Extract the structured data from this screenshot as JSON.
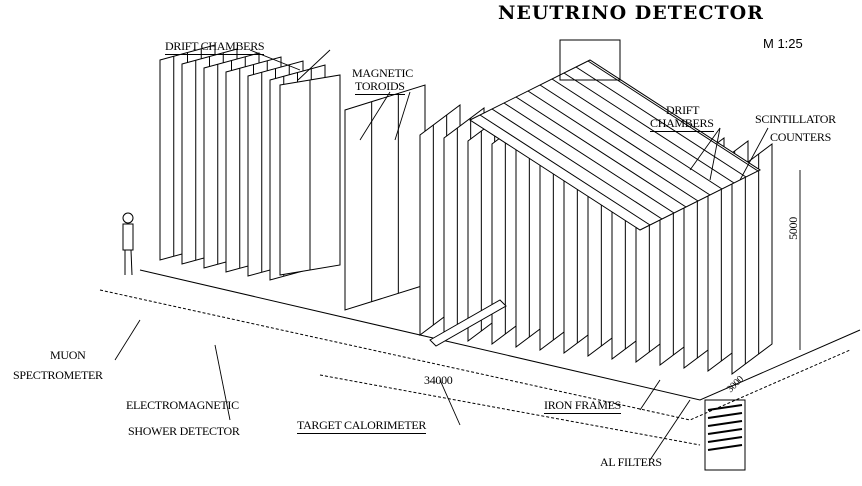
{
  "title": "NEUTRINO DETECTOR",
  "scale": "M 1:25",
  "labels": {
    "drift_chambers_left": "DRIFT CHAMBERS",
    "magnetic_toroids_1": "MAGNETIC",
    "magnetic_toroids_2": "TOROIDS",
    "drift_chambers_right_1": "DRIFT",
    "drift_chambers_right_2": "CHAMBERS",
    "scintillator_1": "SCINTILLATOR",
    "scintillator_2": "COUNTERS",
    "muon_1": "MUON",
    "muon_2": "SPECTROMETER",
    "em_1": "ELECTROMAGNETIC",
    "em_2": "SHOWER DETECTOR",
    "target_calorimeter": "TARGET CALORIMETER",
    "iron_frames": "IRON FRAMES",
    "al_filters": "AL FILTERS"
  },
  "dimensions": {
    "length": "34000",
    "height": "5000",
    "width": "3000"
  }
}
